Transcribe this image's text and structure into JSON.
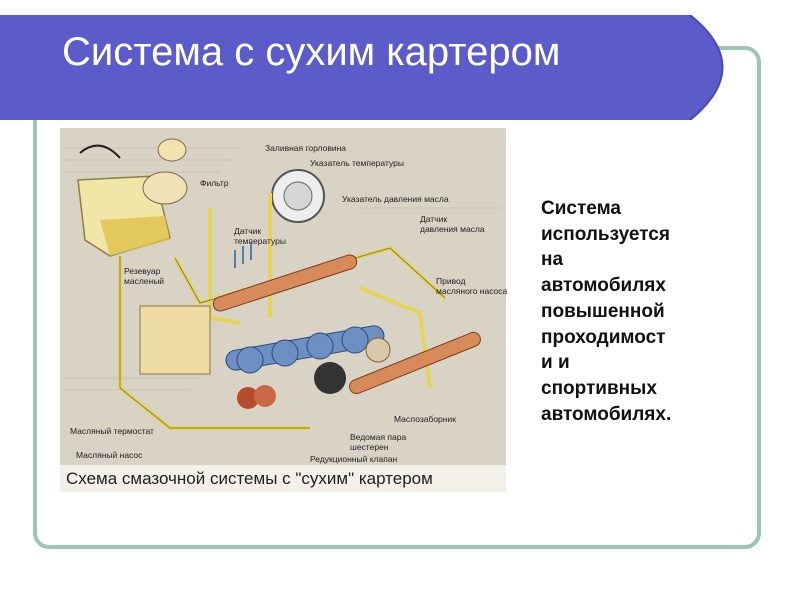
{
  "slide": {
    "title": "Система с сухим картером",
    "accent_color": "#5b5bc9",
    "frame_color": "#9cc5b4",
    "body_lines": [
      "Система",
      "используется",
      "на",
      "автомобилях",
      "повышенной",
      "проходимост",
      "и и",
      "спортивных",
      "автомобилях."
    ]
  },
  "figure": {
    "caption": "Схема смазочной системы с \"сухим\" картером",
    "labels": {
      "filler_neck": "Заливная горловина",
      "temp_indicator": "Указатель температуры",
      "filter": "Фильтр",
      "pressure_indicator": "Указатель давления масла",
      "temp_sensor_1": "Датчик",
      "temp_sensor_2": "температуры",
      "pressure_sensor_1": "Датчик",
      "pressure_sensor_2": "давления масла",
      "reservoir_1": "Резевуар",
      "reservoir_2": "масленый",
      "pump_drive_1": "Привод",
      "pump_drive_2": "масляного насоса",
      "thermostat": "Масляный термостат",
      "oil_intake": "Маслозаборник",
      "driven_gears_1": "Ведомая пара",
      "driven_gears_2": "шестерен",
      "oil_pump": "Масляный насос",
      "reduction_valve": "Редукционный клапан"
    }
  }
}
